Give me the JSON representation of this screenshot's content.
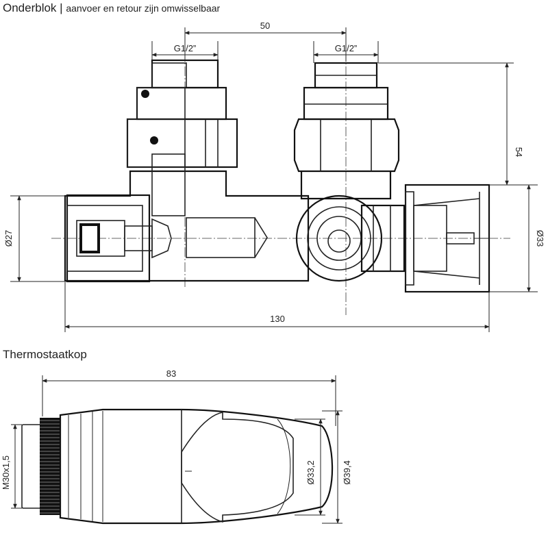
{
  "section1": {
    "title": "Onderblok",
    "separator": " | ",
    "subtitle": "aanvoer en retour zijn omwisselbaar",
    "dimensions": {
      "top_spacing": "50",
      "thread_left": "G1/2”",
      "thread_right": "G1/2”",
      "height": "54",
      "left_diameter": "Ø27",
      "right_diameter": "Ø33",
      "total_length": "130"
    }
  },
  "section2": {
    "title": "Thermostaatkop",
    "dimensions": {
      "length": "83",
      "thread": "M30x1,5",
      "inner_diameter": "Ø33,2",
      "outer_diameter": "Ø39,4"
    }
  }
}
